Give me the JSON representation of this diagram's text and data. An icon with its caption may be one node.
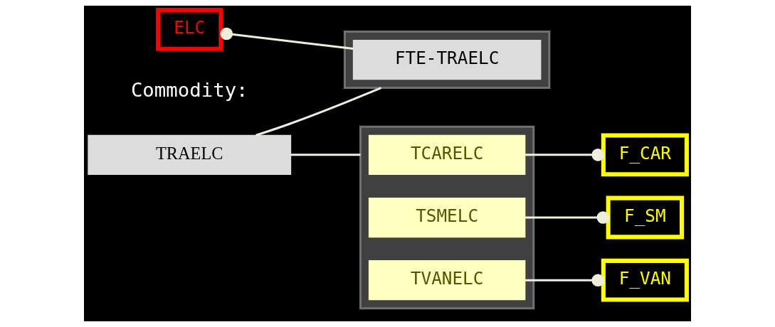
{
  "diagram": {
    "nodes": [
      {
        "text": [
          "ELC"
        ]
      },
      {
        "text": [
          "TRAELC"
        ],
        "beside": [
          "Commodity:"
        ]
      },
      {
        "text": [],
        "shape": "box"
      },
      {
        "text": [
          "FTE-TRAELC"
        ],
        "in": 2
      },
      {
        "text": [],
        "shape": "box"
      },
      {
        "text": [
          "TCARELC"
        ],
        "in": 4
      },
      {
        "text": [
          "TSMELC"
        ],
        "in": 4
      },
      {
        "text": [
          "TVANELC"
        ],
        "in": 4
      },
      {
        "text": [
          "F_CAR"
        ]
      },
      {
        "text": [
          "F_SM"
        ]
      },
      {
        "text": [
          "F_VAN"
        ]
      }
    ],
    "edges": [
      {
        "from": 0,
        "to": 3,
        "arrow": "other"
      },
      {
        "from": 1,
        "to": 2,
        "arrow": "none"
      },
      {
        "from": 1,
        "to": 4,
        "arrow": "none"
      },
      {
        "from": 8,
        "to": 5,
        "arrow": "other"
      },
      {
        "from": 9,
        "to": 6,
        "arrow": "other"
      },
      {
        "from": 10,
        "to": 7,
        "arrow": "other"
      }
    ]
  }
}
